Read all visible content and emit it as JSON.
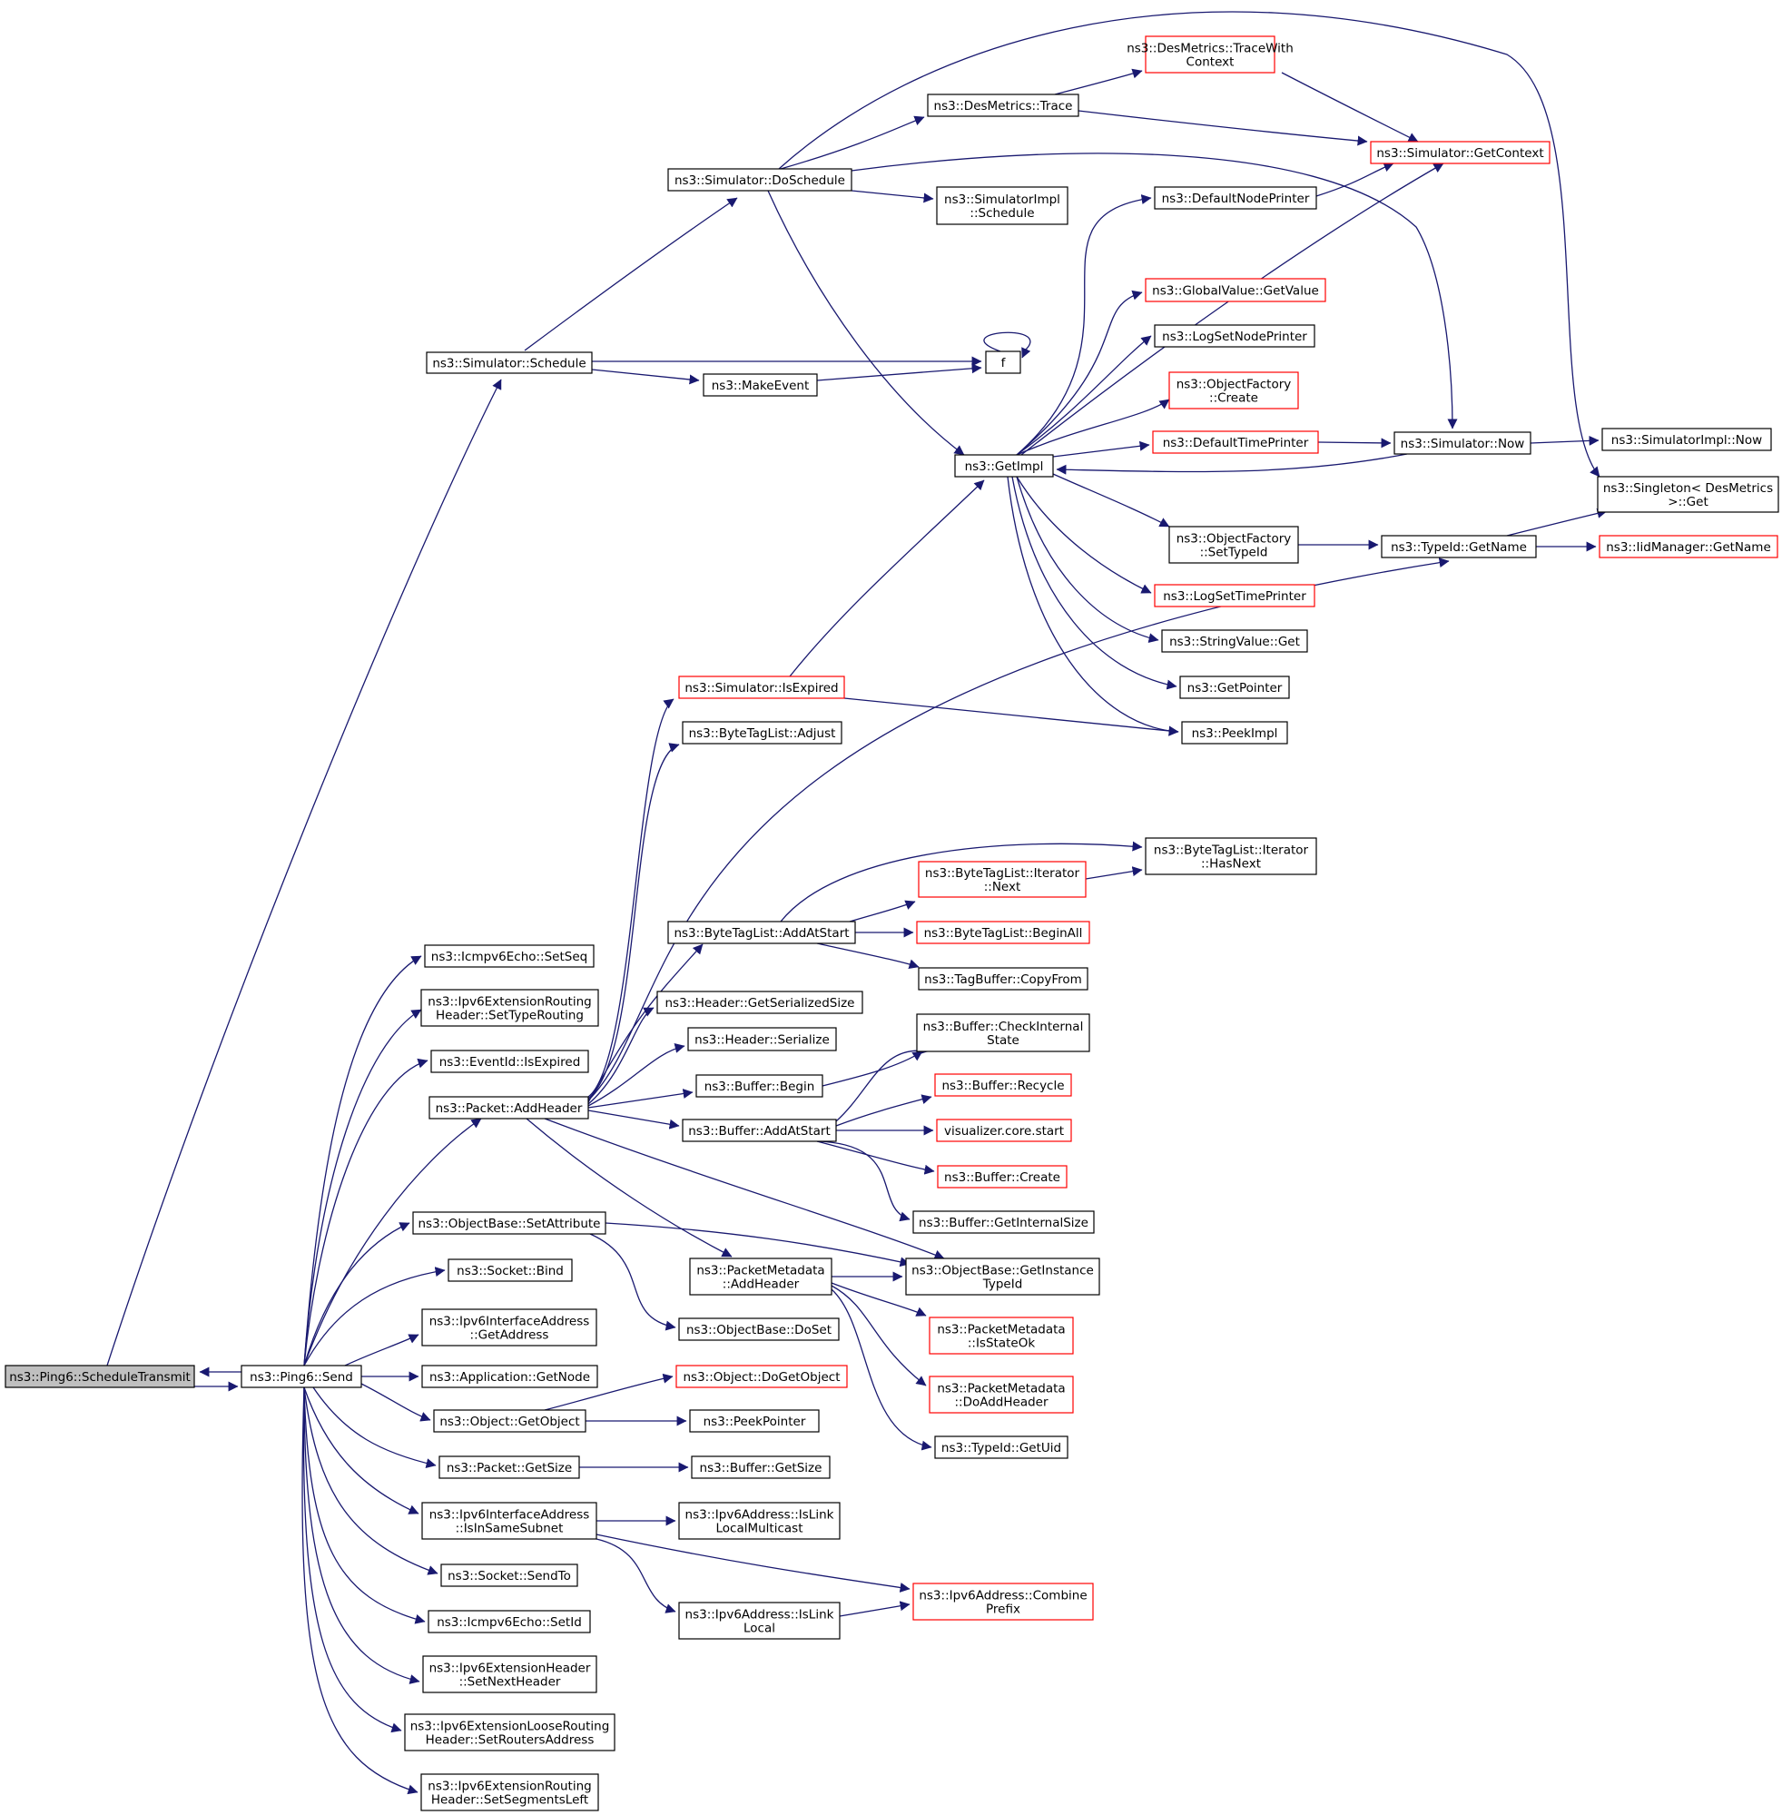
{
  "diagram": {
    "type": "call-graph",
    "colors": {
      "edge": "#191970",
      "normal_border": "#000000",
      "incomplete_border": "#ff0000",
      "root_fill": "#bfbfbf"
    },
    "nodes": [
      {
        "id": "root",
        "label": [
          "ns3::Ping6::ScheduleTransmit"
        ],
        "style": "root"
      },
      {
        "id": "send",
        "label": [
          "ns3::Ping6::Send"
        ]
      },
      {
        "id": "schedule",
        "label": [
          "ns3::Simulator::Schedule"
        ]
      },
      {
        "id": "doschedule",
        "label": [
          "ns3::Simulator::DoSchedule"
        ]
      },
      {
        "id": "desmetrics_trace",
        "label": [
          "ns3::DesMetrics::Trace"
        ]
      },
      {
        "id": "tracewithctx",
        "label": [
          "ns3::DesMetrics::TraceWith",
          "Context"
        ],
        "style": "red"
      },
      {
        "id": "getcontext",
        "label": [
          "ns3::Simulator::GetContext"
        ],
        "style": "red"
      },
      {
        "id": "simimpl_schedule",
        "label": [
          "ns3::SimulatorImpl",
          "::Schedule"
        ]
      },
      {
        "id": "f",
        "label": [
          "f"
        ]
      },
      {
        "id": "makeevent",
        "label": [
          "ns3::MakeEvent"
        ]
      },
      {
        "id": "getimpl",
        "label": [
          "ns3::GetImpl"
        ]
      },
      {
        "id": "defnodeprinter",
        "label": [
          "ns3::DefaultNodePrinter"
        ]
      },
      {
        "id": "globalvalue",
        "label": [
          "ns3::GlobalValue::GetValue"
        ],
        "style": "red"
      },
      {
        "id": "logsetnodeprinter",
        "label": [
          "ns3::LogSetNodePrinter"
        ]
      },
      {
        "id": "objfactory_create",
        "label": [
          "ns3::ObjectFactory",
          "::Create"
        ],
        "style": "red"
      },
      {
        "id": "deftimeprinter",
        "label": [
          "ns3::DefaultTimePrinter"
        ],
        "style": "red"
      },
      {
        "id": "sim_now",
        "label": [
          "ns3::Simulator::Now"
        ]
      },
      {
        "id": "simimpl_now",
        "label": [
          "ns3::SimulatorImpl::Now"
        ]
      },
      {
        "id": "singleton",
        "label": [
          "ns3::Singleton< DesMetrics",
          " >::Get"
        ]
      },
      {
        "id": "objfactory_settypeid",
        "label": [
          "ns3::ObjectFactory",
          "::SetTypeId"
        ]
      },
      {
        "id": "typeid_getname",
        "label": [
          "ns3::TypeId::GetName"
        ]
      },
      {
        "id": "iidmanager",
        "label": [
          "ns3::IidManager::GetName"
        ],
        "style": "red"
      },
      {
        "id": "logsettimeprinter",
        "label": [
          "ns3::LogSetTimePrinter"
        ],
        "style": "red"
      },
      {
        "id": "stringvalue",
        "label": [
          "ns3::StringValue::Get"
        ]
      },
      {
        "id": "getpointer",
        "label": [
          "ns3::GetPointer"
        ]
      },
      {
        "id": "peekimpl",
        "label": [
          "ns3::PeekImpl"
        ]
      },
      {
        "id": "isexpired_sim",
        "label": [
          "ns3::Simulator::IsExpired"
        ],
        "style": "red"
      },
      {
        "id": "btl_adjust",
        "label": [
          "ns3::ByteTagList::Adjust"
        ]
      },
      {
        "id": "btl_hasnext",
        "label": [
          "ns3::ByteTagList::Iterator",
          "::HasNext"
        ]
      },
      {
        "id": "btl_next",
        "label": [
          "ns3::ByteTagList::Iterator",
          "::Next"
        ],
        "style": "red"
      },
      {
        "id": "btl_addatstart",
        "label": [
          "ns3::ByteTagList::AddAtStart"
        ]
      },
      {
        "id": "btl_beginall",
        "label": [
          "ns3::ByteTagList::BeginAll"
        ],
        "style": "red"
      },
      {
        "id": "tagbuffer",
        "label": [
          "ns3::TagBuffer::CopyFrom"
        ]
      },
      {
        "id": "hdr_serialsize",
        "label": [
          "ns3::Header::GetSerializedSize"
        ]
      },
      {
        "id": "hdr_serialize",
        "label": [
          "ns3::Header::Serialize"
        ]
      },
      {
        "id": "buf_checkinternal",
        "label": [
          "ns3::Buffer::CheckInternal",
          "State"
        ]
      },
      {
        "id": "buf_begin",
        "label": [
          "ns3::Buffer::Begin"
        ]
      },
      {
        "id": "buf_recycle",
        "label": [
          "ns3::Buffer::Recycle"
        ],
        "style": "red"
      },
      {
        "id": "buf_addatstart",
        "label": [
          "ns3::Buffer::AddAtStart"
        ]
      },
      {
        "id": "vis_start",
        "label": [
          "visualizer.core.start"
        ],
        "style": "red"
      },
      {
        "id": "buf_create",
        "label": [
          "ns3::Buffer::Create"
        ],
        "style": "red"
      },
      {
        "id": "buf_getinternalsize",
        "label": [
          "ns3::Buffer::GetInternalSize"
        ]
      },
      {
        "id": "icmp_setseq",
        "label": [
          "ns3::Icmpv6Echo::SetSeq"
        ]
      },
      {
        "id": "ext_settyperouting",
        "label": [
          "ns3::Ipv6ExtensionRouting",
          "Header::SetTypeRouting"
        ]
      },
      {
        "id": "eventid_isexpired",
        "label": [
          "ns3::EventId::IsExpired"
        ]
      },
      {
        "id": "pkt_addheader",
        "label": [
          "ns3::Packet::AddHeader"
        ]
      },
      {
        "id": "objbase_setattr",
        "label": [
          "ns3::ObjectBase::SetAttribute"
        ]
      },
      {
        "id": "pktmeta_addheader",
        "label": [
          "ns3::PacketMetadata",
          "::AddHeader"
        ]
      },
      {
        "id": "objbase_getinstance",
        "label": [
          "ns3::ObjectBase::GetInstance",
          "TypeId"
        ]
      },
      {
        "id": "objbase_doset",
        "label": [
          "ns3::ObjectBase::DoSet"
        ]
      },
      {
        "id": "pktmeta_isstateok",
        "label": [
          "ns3::PacketMetadata",
          "::IsStateOk"
        ],
        "style": "red"
      },
      {
        "id": "pktmeta_doaddheader",
        "label": [
          "ns3::PacketMetadata",
          "::DoAddHeader"
        ],
        "style": "red"
      },
      {
        "id": "typeid_getuid",
        "label": [
          "ns3::TypeId::GetUid"
        ]
      },
      {
        "id": "socket_bind",
        "label": [
          "ns3::Socket::Bind"
        ]
      },
      {
        "id": "ifaddr_getaddress",
        "label": [
          "ns3::Ipv6InterfaceAddress",
          "::GetAddress"
        ]
      },
      {
        "id": "app_getnode",
        "label": [
          "ns3::Application::GetNode"
        ]
      },
      {
        "id": "obj_getobject",
        "label": [
          "ns3::Object::GetObject"
        ]
      },
      {
        "id": "obj_dogetobject",
        "label": [
          "ns3::Object::DoGetObject"
        ],
        "style": "red"
      },
      {
        "id": "peekpointer",
        "label": [
          "ns3::PeekPointer"
        ]
      },
      {
        "id": "pkt_getsize",
        "label": [
          "ns3::Packet::GetSize"
        ]
      },
      {
        "id": "buf_getsize",
        "label": [
          "ns3::Buffer::GetSize"
        ]
      },
      {
        "id": "ifaddr_isinsamesubnet",
        "label": [
          "ns3::Ipv6InterfaceAddress",
          "::IsInSameSubnet"
        ]
      },
      {
        "id": "ipv6_islinklocalmc",
        "label": [
          "ns3::Ipv6Address::IsLink",
          "LocalMulticast"
        ]
      },
      {
        "id": "ipv6_combineprefix",
        "label": [
          "ns3::Ipv6Address::Combine",
          "Prefix"
        ],
        "style": "red"
      },
      {
        "id": "ipv6_islinklocal",
        "label": [
          "ns3::Ipv6Address::IsLink",
          "Local"
        ]
      },
      {
        "id": "socket_sendto",
        "label": [
          "ns3::Socket::SendTo"
        ]
      },
      {
        "id": "icmp_setid",
        "label": [
          "ns3::Icmpv6Echo::SetId"
        ]
      },
      {
        "id": "exthdr_setnext",
        "label": [
          "ns3::Ipv6ExtensionHeader",
          "::SetNextHeader"
        ]
      },
      {
        "id": "extloose_setrouters",
        "label": [
          "ns3::Ipv6ExtensionLooseRouting",
          "Header::SetRoutersAddress"
        ]
      },
      {
        "id": "extrouting_setsegments",
        "label": [
          "ns3::Ipv6ExtensionRouting",
          "Header::SetSegmentsLeft"
        ]
      }
    ]
  }
}
